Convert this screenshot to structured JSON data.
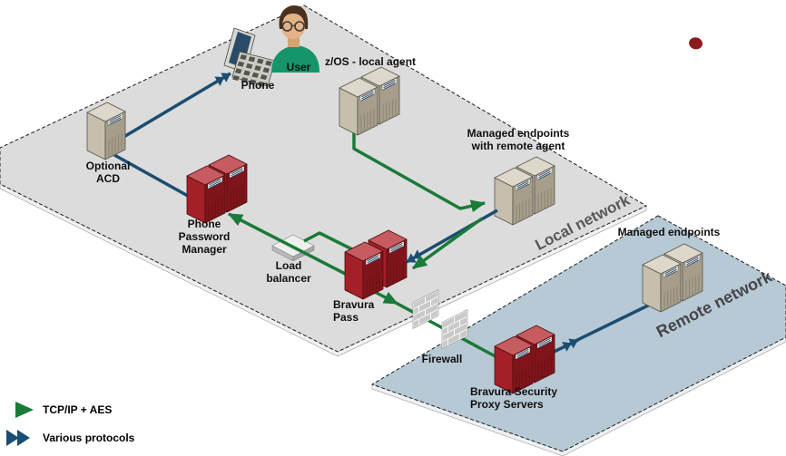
{
  "diagram": {
    "type": "network-architecture",
    "networks": {
      "local": {
        "label": "Local network",
        "bg_color": "#dcdcdc"
      },
      "remote": {
        "label": "Remote network",
        "bg_color": "#b7c9d4"
      }
    },
    "nodes": {
      "user": {
        "label": "User",
        "type": "person"
      },
      "phone": {
        "label": "Phone",
        "type": "phone"
      },
      "optional_acd": {
        "label": "Optional\nACD",
        "type": "server"
      },
      "zos": {
        "label": "z/OS - local agent",
        "type": "server-pair"
      },
      "phone_password_manager": {
        "label": "Phone\nPassword\nManager",
        "type": "server-pair"
      },
      "load_balancer": {
        "label": "Load\nbalancer",
        "type": "load-balancer"
      },
      "bravura_pass": {
        "label": "Bravura\nPass",
        "type": "server-pair"
      },
      "managed_endpoints_local": {
        "label": "Managed endpoints\nwith remote agent",
        "type": "server-pair"
      },
      "firewall": {
        "label": "Firewall",
        "type": "firewall"
      },
      "proxy_servers": {
        "label": "Bravura Security\nProxy Servers",
        "type": "server-pair"
      },
      "managed_endpoints_remote": {
        "label": "Managed endpoints",
        "type": "server-pair"
      }
    },
    "legend": {
      "items": [
        {
          "label": "TCP/IP + AES",
          "color": "#1a7a38",
          "icon": "single-arrow"
        },
        {
          "label": "Various protocols",
          "color": "#1b4d72",
          "icon": "double-arrow"
        }
      ]
    },
    "connections": [
      {
        "from": "Optional ACD",
        "to": "Phone",
        "protocol": "Various protocols"
      },
      {
        "from": "Optional ACD",
        "to": "Phone Password Manager",
        "protocol": "Various protocols"
      },
      {
        "from": "Load balancer",
        "to": "Phone Password Manager",
        "protocol": "TCP/IP + AES"
      },
      {
        "from": "Load balancer",
        "to": "Bravura Pass",
        "protocol": "TCP/IP + AES"
      },
      {
        "from": "z/OS - local agent",
        "to": "Managed endpoints with remote agent",
        "protocol": "TCP/IP + AES"
      },
      {
        "from": "Managed endpoints with remote agent",
        "to": "Bravura Pass",
        "protocol": "TCP/IP + AES"
      },
      {
        "from": "Managed endpoints with remote agent",
        "to": "Bravura Pass",
        "protocol": "Various protocols"
      },
      {
        "from": "Bravura Pass",
        "to": "Bravura Security Proxy Servers",
        "protocol": "TCP/IP + AES",
        "via": "Firewall"
      },
      {
        "from": "Bravura Security Proxy Servers",
        "to": "Managed endpoints",
        "protocol": "Various protocols"
      }
    ]
  },
  "colors": {
    "tcpip_aes": "#1a7a38",
    "various_protocols": "#1b4d72",
    "local_bg": "#dcdcdc",
    "remote_bg": "#b7c9d4",
    "red_server": "#a42028",
    "tan_server": "#c6bfae"
  }
}
